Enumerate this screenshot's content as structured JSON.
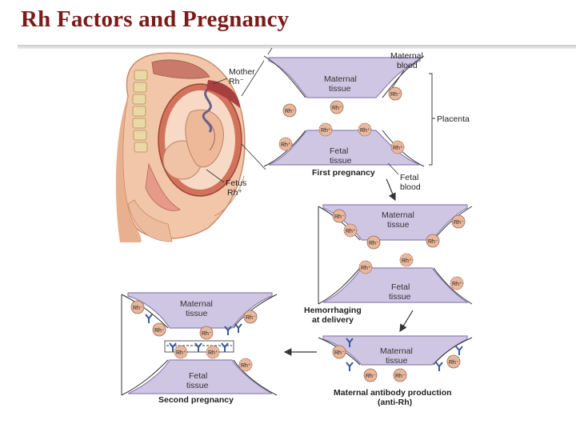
{
  "title": "Rh Factors and Pregnancy",
  "labels": {
    "mother": [
      "Mother",
      "Rh⁻"
    ],
    "fetus": [
      "Fetus",
      "Rh⁺"
    ],
    "maternal_blood": [
      "Maternal",
      "blood"
    ],
    "placenta": "Placenta",
    "fetal_blood": [
      "Fetal",
      "blood"
    ],
    "maternal_tissue": [
      "Maternal",
      "tissue"
    ],
    "fetal_tissue": [
      "Fetal",
      "tissue"
    ],
    "first_pregnancy": "First pregnancy",
    "hemorrhaging": [
      "Hemorrhaging",
      "at delivery"
    ],
    "antibody_production": [
      "Maternal antibody production",
      "(anti-Rh)"
    ],
    "second_pregnancy": "Second pregnancy"
  },
  "cell_labels": {
    "negative": "Rh⁻",
    "positive": "Rh⁺"
  },
  "colors": {
    "title": "#7b1a1a",
    "tissue": "#cfc6e3",
    "tissue_stroke": "#8f82b3",
    "cell": "#e9b79b",
    "antibody": "#3a5a9a"
  }
}
